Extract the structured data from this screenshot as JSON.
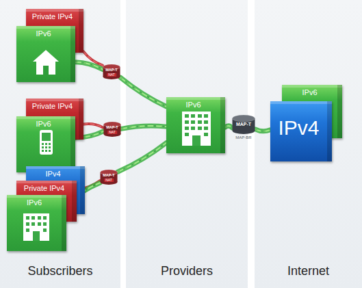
{
  "diagram": {
    "nodes": [
      {
        "text": [
          "Subscribers"
        ]
      },
      {
        "text": [
          "Private IPv4"
        ],
        "in": 0
      },
      {
        "text": [
          "IPv6"
        ],
        "in": 0
      },
      {
        "text": [
          "MAP-T",
          "NAT"
        ],
        "in": 0
      },
      {
        "text": [
          "Private IPv4"
        ],
        "in": 0
      },
      {
        "text": [
          "IPv6"
        ],
        "in": 0
      },
      {
        "text": [
          "MAP-T",
          "NAT"
        ],
        "in": 0
      },
      {
        "text": [
          "IPv4"
        ],
        "in": 0
      },
      {
        "text": [
          "Private IPv4"
        ],
        "in": 0
      },
      {
        "text": [
          "IPv6"
        ],
        "in": 0
      },
      {
        "text": [
          "MAP-T",
          "NAT"
        ],
        "in": 0
      },
      {
        "text": [
          "Providers"
        ]
      },
      {
        "text": [
          "IPv6"
        ],
        "in": 11
      },
      {
        "text": [
          "MAP-T",
          "MAP-BR"
        ],
        "in": 11
      },
      {
        "text": [
          "Internet"
        ]
      },
      {
        "text": [
          "IPv6"
        ],
        "in": 14
      },
      {
        "text": [
          "IPv4"
        ],
        "in": 14
      }
    ],
    "edges": [
      {
        "from": 1,
        "to": 3,
        "arrow": "none"
      },
      {
        "from": 2,
        "to": 3,
        "arrow": "none"
      },
      {
        "from": 3,
        "to": 12,
        "arrow": "none"
      },
      {
        "from": 4,
        "to": 6,
        "arrow": "none"
      },
      {
        "from": 5,
        "to": 6,
        "arrow": "none"
      },
      {
        "from": 6,
        "to": 12,
        "arrow": "none"
      },
      {
        "from": 8,
        "to": 10,
        "arrow": "none"
      },
      {
        "from": 9,
        "to": 10,
        "arrow": "none"
      },
      {
        "from": 10,
        "to": 12,
        "arrow": "none"
      },
      {
        "from": 12,
        "to": 13,
        "arrow": "none"
      },
      {
        "from": 13,
        "to": 16,
        "arrow": "none"
      }
    ]
  }
}
